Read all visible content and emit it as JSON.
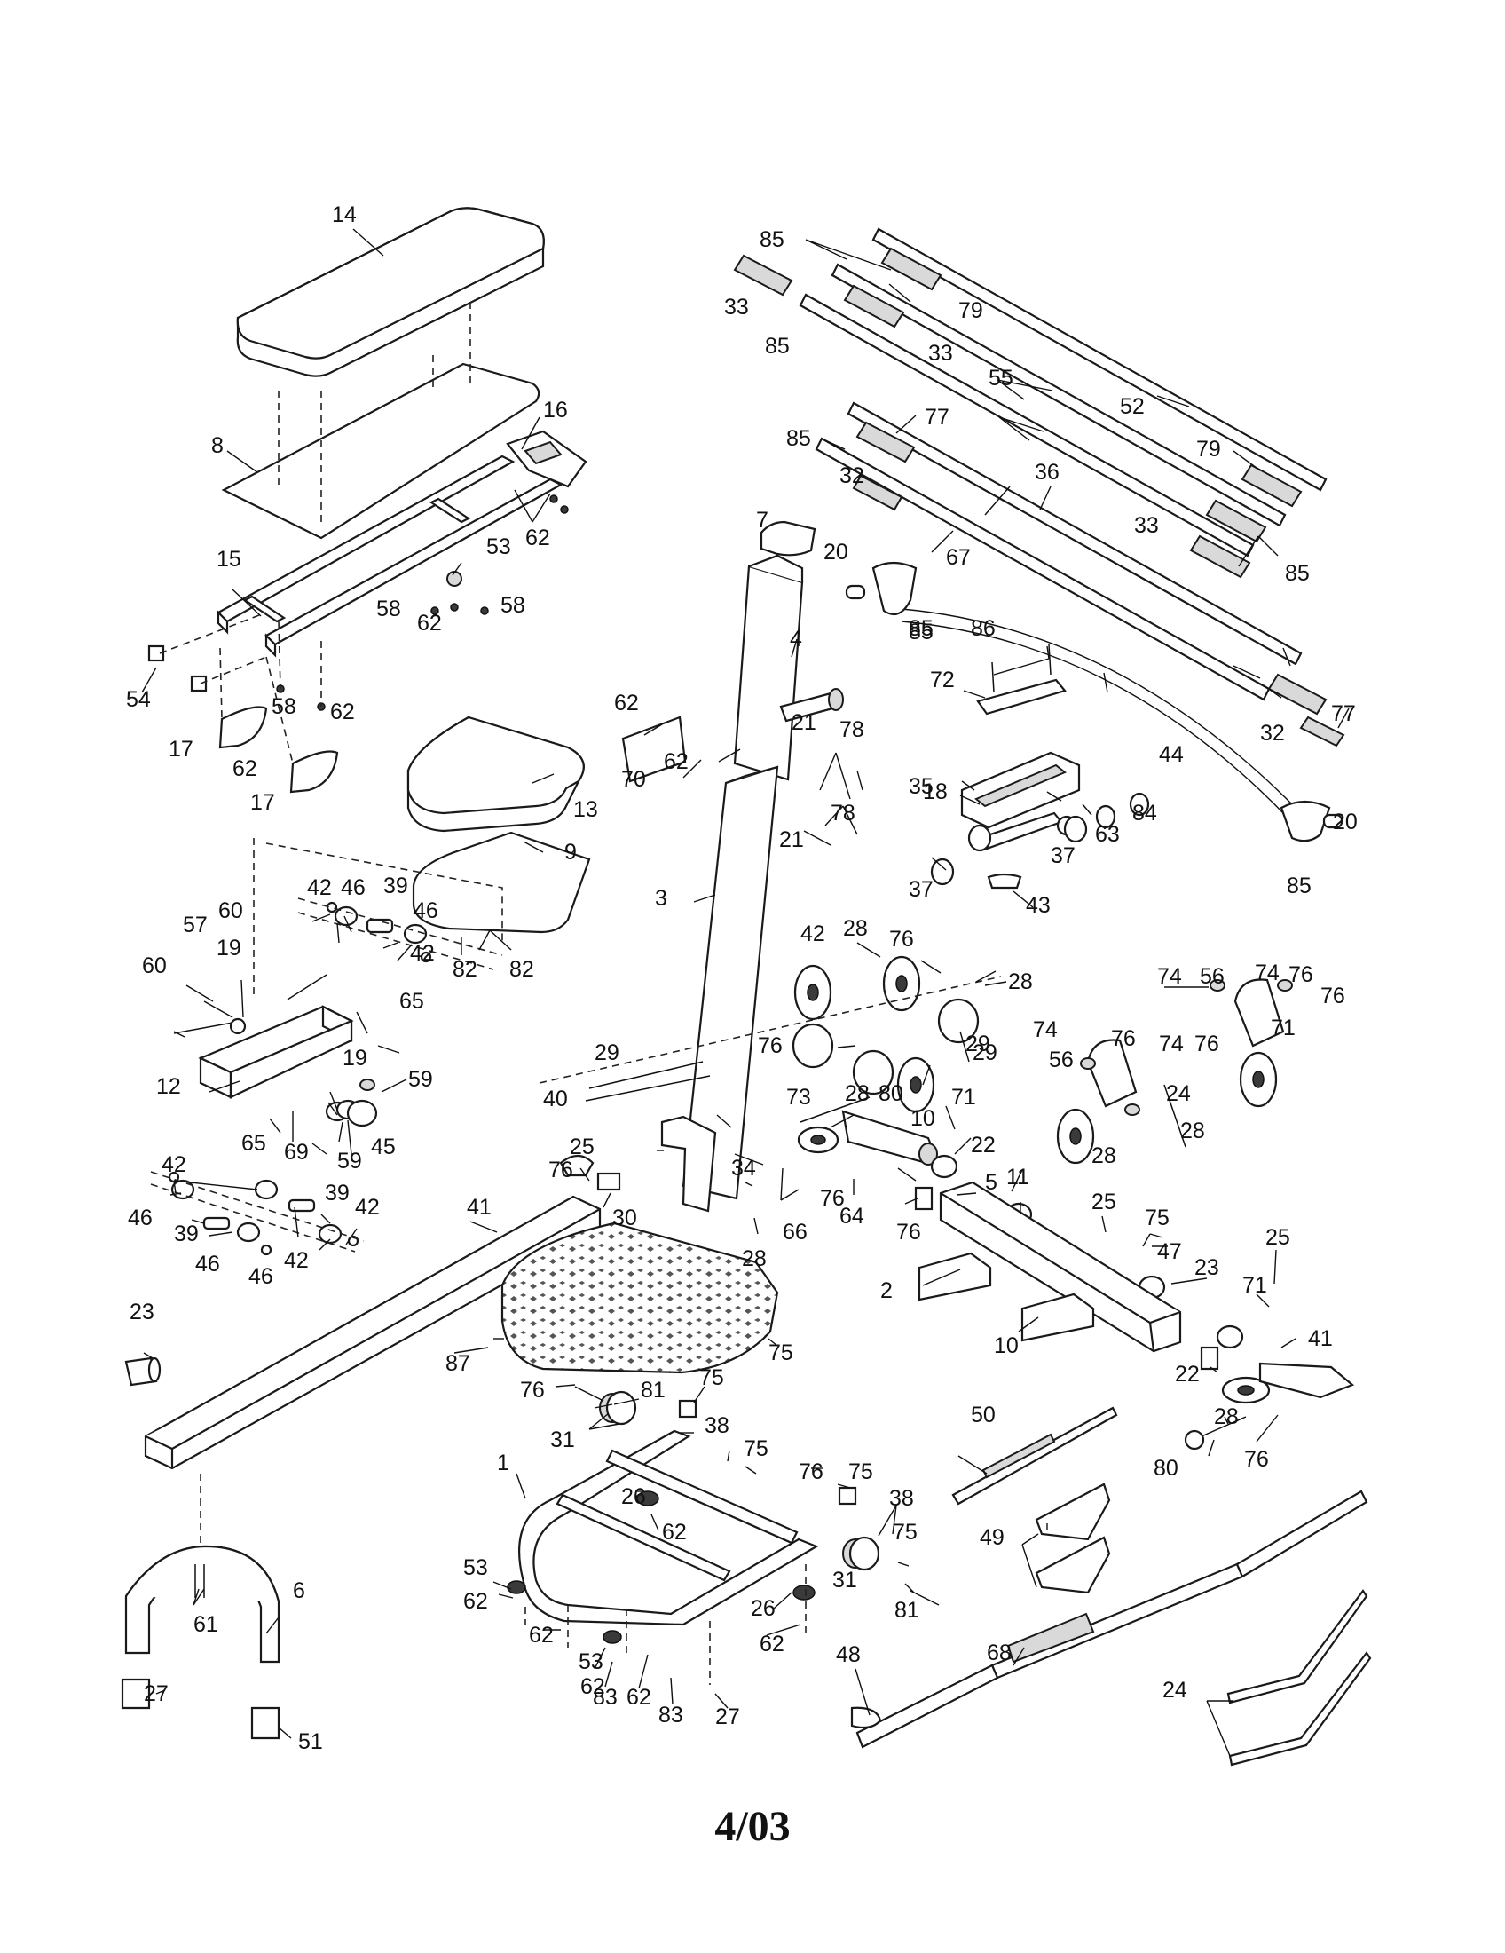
{
  "footer": {
    "date_code": "4/03"
  },
  "callouts": [
    "14",
    "8",
    "16",
    "62",
    "15",
    "53",
    "58",
    "62",
    "58",
    "54",
    "58",
    "62",
    "17",
    "62",
    "17",
    "85",
    "33",
    "79",
    "85",
    "33",
    "55",
    "52",
    "79",
    "85",
    "77",
    "32",
    "36",
    "33",
    "85",
    "67",
    "7",
    "20",
    "85",
    "86",
    "72",
    "4",
    "62",
    "21",
    "78",
    "70",
    "62",
    "21",
    "78",
    "3",
    "85",
    "77",
    "32",
    "44",
    "20",
    "85",
    "35",
    "63",
    "84",
    "18",
    "37",
    "37",
    "43",
    "13",
    "9",
    "42",
    "46",
    "39",
    "46",
    "42",
    "82",
    "82",
    "57",
    "19",
    "60",
    "60",
    "65",
    "19",
    "12",
    "65",
    "69",
    "59",
    "59",
    "45",
    "42",
    "46",
    "39",
    "46",
    "42",
    "39",
    "42",
    "46",
    "42",
    "28",
    "76",
    "28",
    "76",
    "29",
    "29",
    "28",
    "29",
    "40",
    "73",
    "80",
    "71",
    "10",
    "22",
    "25",
    "76",
    "30",
    "34",
    "76",
    "28",
    "66",
    "64",
    "76",
    "41",
    "5",
    "11",
    "25",
    "75",
    "47",
    "75",
    "2",
    "23",
    "25",
    "71",
    "10",
    "23",
    "87",
    "76",
    "81",
    "31",
    "75",
    "38",
    "75",
    "76",
    "75",
    "38",
    "41",
    "22",
    "28",
    "80",
    "76",
    "1",
    "26",
    "62",
    "31",
    "75",
    "81",
    "50",
    "49",
    "6",
    "61",
    "53",
    "62",
    "62",
    "26",
    "62",
    "53",
    "62",
    "83",
    "62",
    "83",
    "27",
    "27",
    "51",
    "48",
    "68",
    "24",
    "74",
    "56",
    "74",
    "76",
    "76",
    "71",
    "76",
    "74",
    "56",
    "76",
    "74",
    "24",
    "28",
    "28"
  ]
}
